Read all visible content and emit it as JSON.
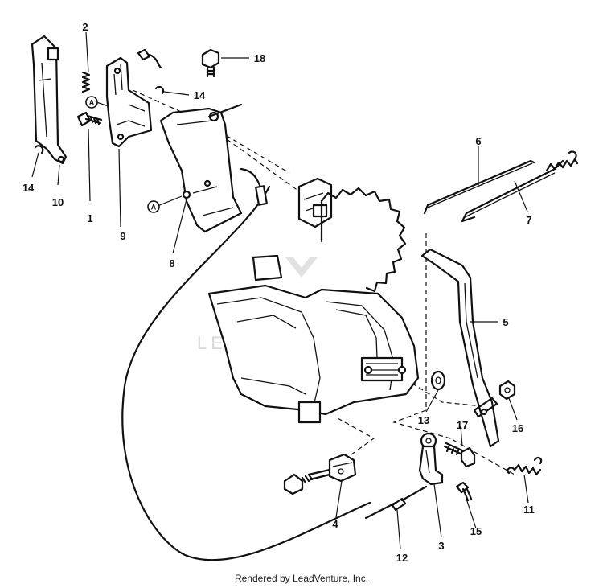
{
  "callouts": {
    "c1": "1",
    "c2": "2",
    "c3": "3",
    "c4": "4",
    "c5": "5",
    "c6": "6",
    "c7": "7",
    "c8": "8",
    "c9": "9",
    "c10": "10",
    "c11": "11",
    "c12": "12",
    "c13": "13",
    "c14a": "14",
    "c14b": "14",
    "c15": "15",
    "c16": "16",
    "c17": "17",
    "c18": "18"
  },
  "reference_letters": {
    "a1": "A",
    "a2": "A"
  },
  "watermark": {
    "text": "LEADVENTURE"
  },
  "footer": {
    "text": "Rendered by LeadVenture, Inc."
  }
}
